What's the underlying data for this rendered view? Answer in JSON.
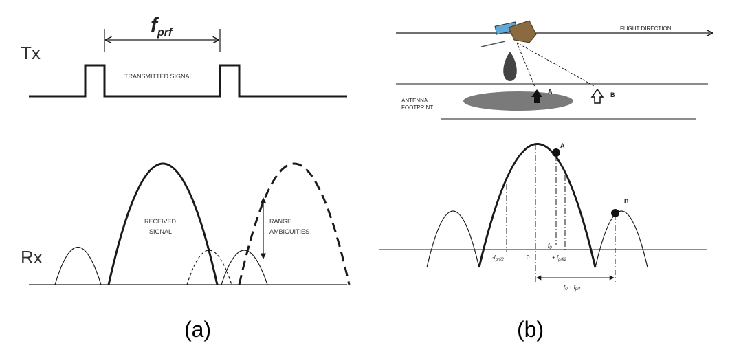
{
  "panel_a": {
    "tx_label": "Tx",
    "rx_label": "Rx",
    "fprf_base": "f",
    "fprf_sub": "prf",
    "transmitted_signal": "TRANSMITTED SIGNAL",
    "received_signal_line1": "RECEIVED",
    "received_signal_line2": "SIGNAL",
    "range_ambiguities_line1": "RANGE",
    "range_ambiguities_line2": "AMBIGUITIES",
    "caption": "(a)"
  },
  "panel_b": {
    "flight_direction": "FLIGHT DIRECTION",
    "antenna_footprint_line1": "ANTENNA",
    "antenna_footprint_line2": "FOOTPRINT",
    "point_a": "A",
    "point_b": "B",
    "neg_half_prf": "-f",
    "neg_half_prf_sub": "prf/2",
    "zero": "0",
    "f0": "f",
    "f0_sub": "0",
    "pos_half_prf": "+ f",
    "pos_half_prf_sub": "prf/2",
    "f0_plus_fprf": "f",
    "f0_plus_fprf_sub1": "0",
    "f0_plus_fprf_mid": " + f",
    "f0_plus_fprf_sub2": "prf",
    "caption": "(b)"
  },
  "colors": {
    "line": "#1a1a1a",
    "footprint": "#7a7a7a",
    "satellite_body": "#8a6a3e",
    "satellite_panel": "#5fa8d8"
  }
}
